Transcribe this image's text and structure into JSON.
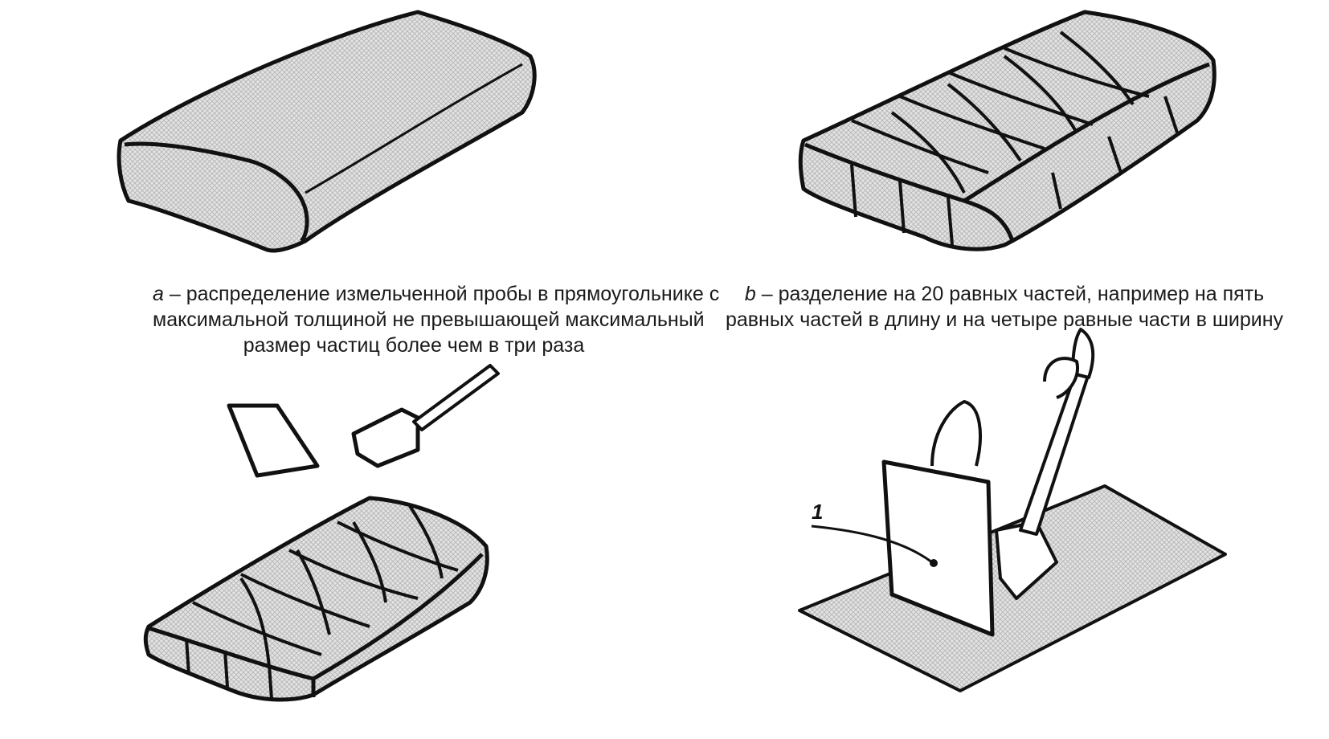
{
  "captions": {
    "a": {
      "label": "a",
      "lines": [
        "– распределение измельченной пробы в прямоугольнике с",
        "максимальной толщиной не превышающей максимальный",
        "размер частиц более чем в три раза"
      ]
    },
    "b": {
      "label": "b",
      "lines": [
        "– разделение на 20 равных частей, например на пять",
        "равных частей в длину и на четыре равные части в ширину"
      ]
    }
  },
  "callouts": {
    "item1": "1"
  },
  "icons": {
    "panel_a": "flat-sample-slab-icon",
    "panel_b": "gridded-sample-slab-icon",
    "panel_c": "slab-with-plate-and-scoop-icon",
    "panel_d": "hands-with-plate-and-shovel-icon"
  },
  "colors": {
    "ink": "#111111",
    "fill": "#d9d9d9",
    "hatch": "#bcbcbc"
  }
}
